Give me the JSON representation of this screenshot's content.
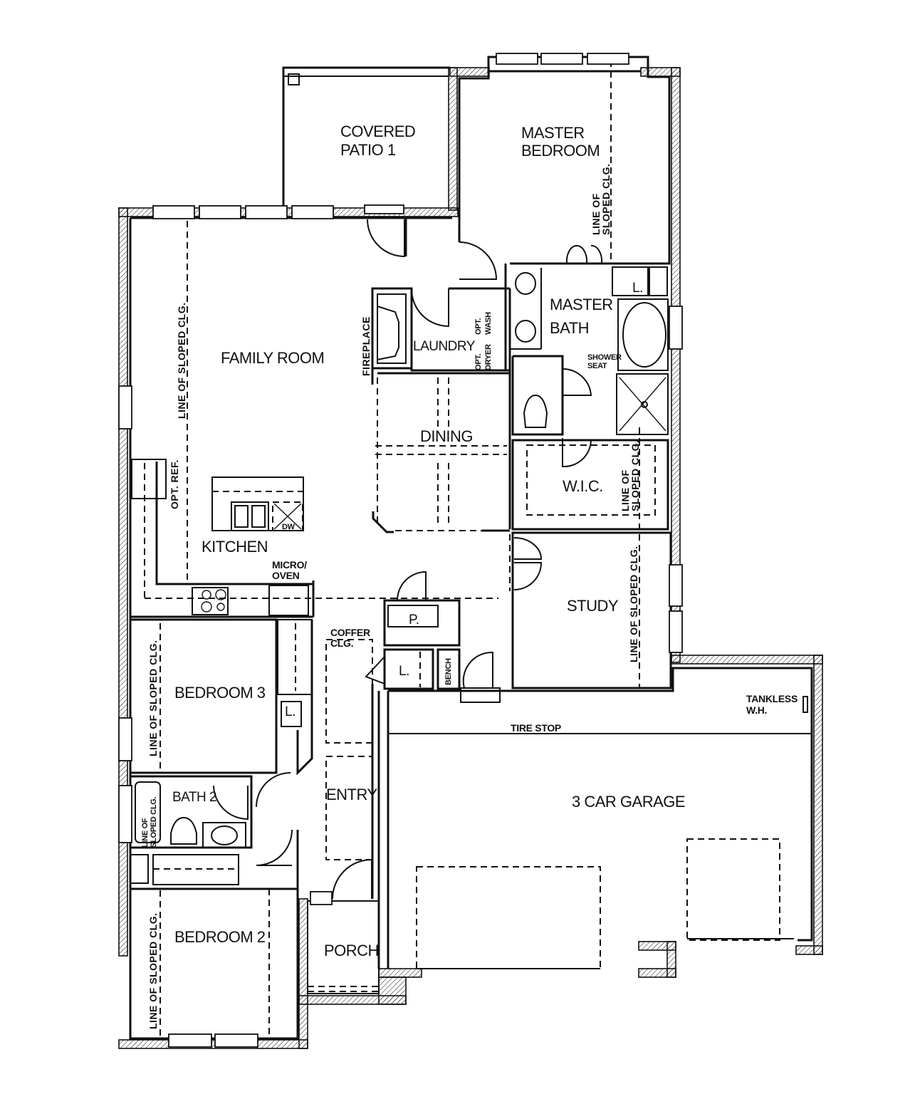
{
  "rooms": {
    "covered_patio": [
      "COVERED",
      "PATIO 1"
    ],
    "master_bedroom": [
      "MASTER",
      "BEDROOM"
    ],
    "family_room": "FAMILY ROOM",
    "laundry": "LAUNDRY",
    "master_bath": [
      "MASTER",
      "BATH"
    ],
    "dining": "DINING",
    "kitchen": "KITCHEN",
    "wic": "W.I.C.",
    "study": "STUDY",
    "bedroom3": "BEDROOM 3",
    "bath2": "BATH 2",
    "entry": "ENTRY",
    "bedroom2": "BEDROOM 2",
    "porch": "PORCH",
    "garage": "3 CAR GARAGE"
  },
  "annotations": {
    "fireplace": "FIREPLACE",
    "opt_dryer": [
      "OPT.",
      "DRYER"
    ],
    "opt_wash": [
      "OPT.",
      "WASH"
    ],
    "shower_seat": [
      "SHOWER",
      "SEAT"
    ],
    "opt_ref": "OPT. REF.",
    "dw": "DW",
    "micro_oven": [
      "MICRO/",
      "OVEN"
    ],
    "pantry": "P.",
    "linen": "L.",
    "bench": "BENCH",
    "coffer": [
      "COFFER",
      "CLG."
    ],
    "tire_stop": "TIRE STOP",
    "tankless": [
      "TANKLESS",
      "W.H."
    ],
    "sloped": "LINE OF SLOPED CLG.",
    "sloped_two_line": [
      "LINE OF",
      "SLOPED CLG."
    ]
  }
}
